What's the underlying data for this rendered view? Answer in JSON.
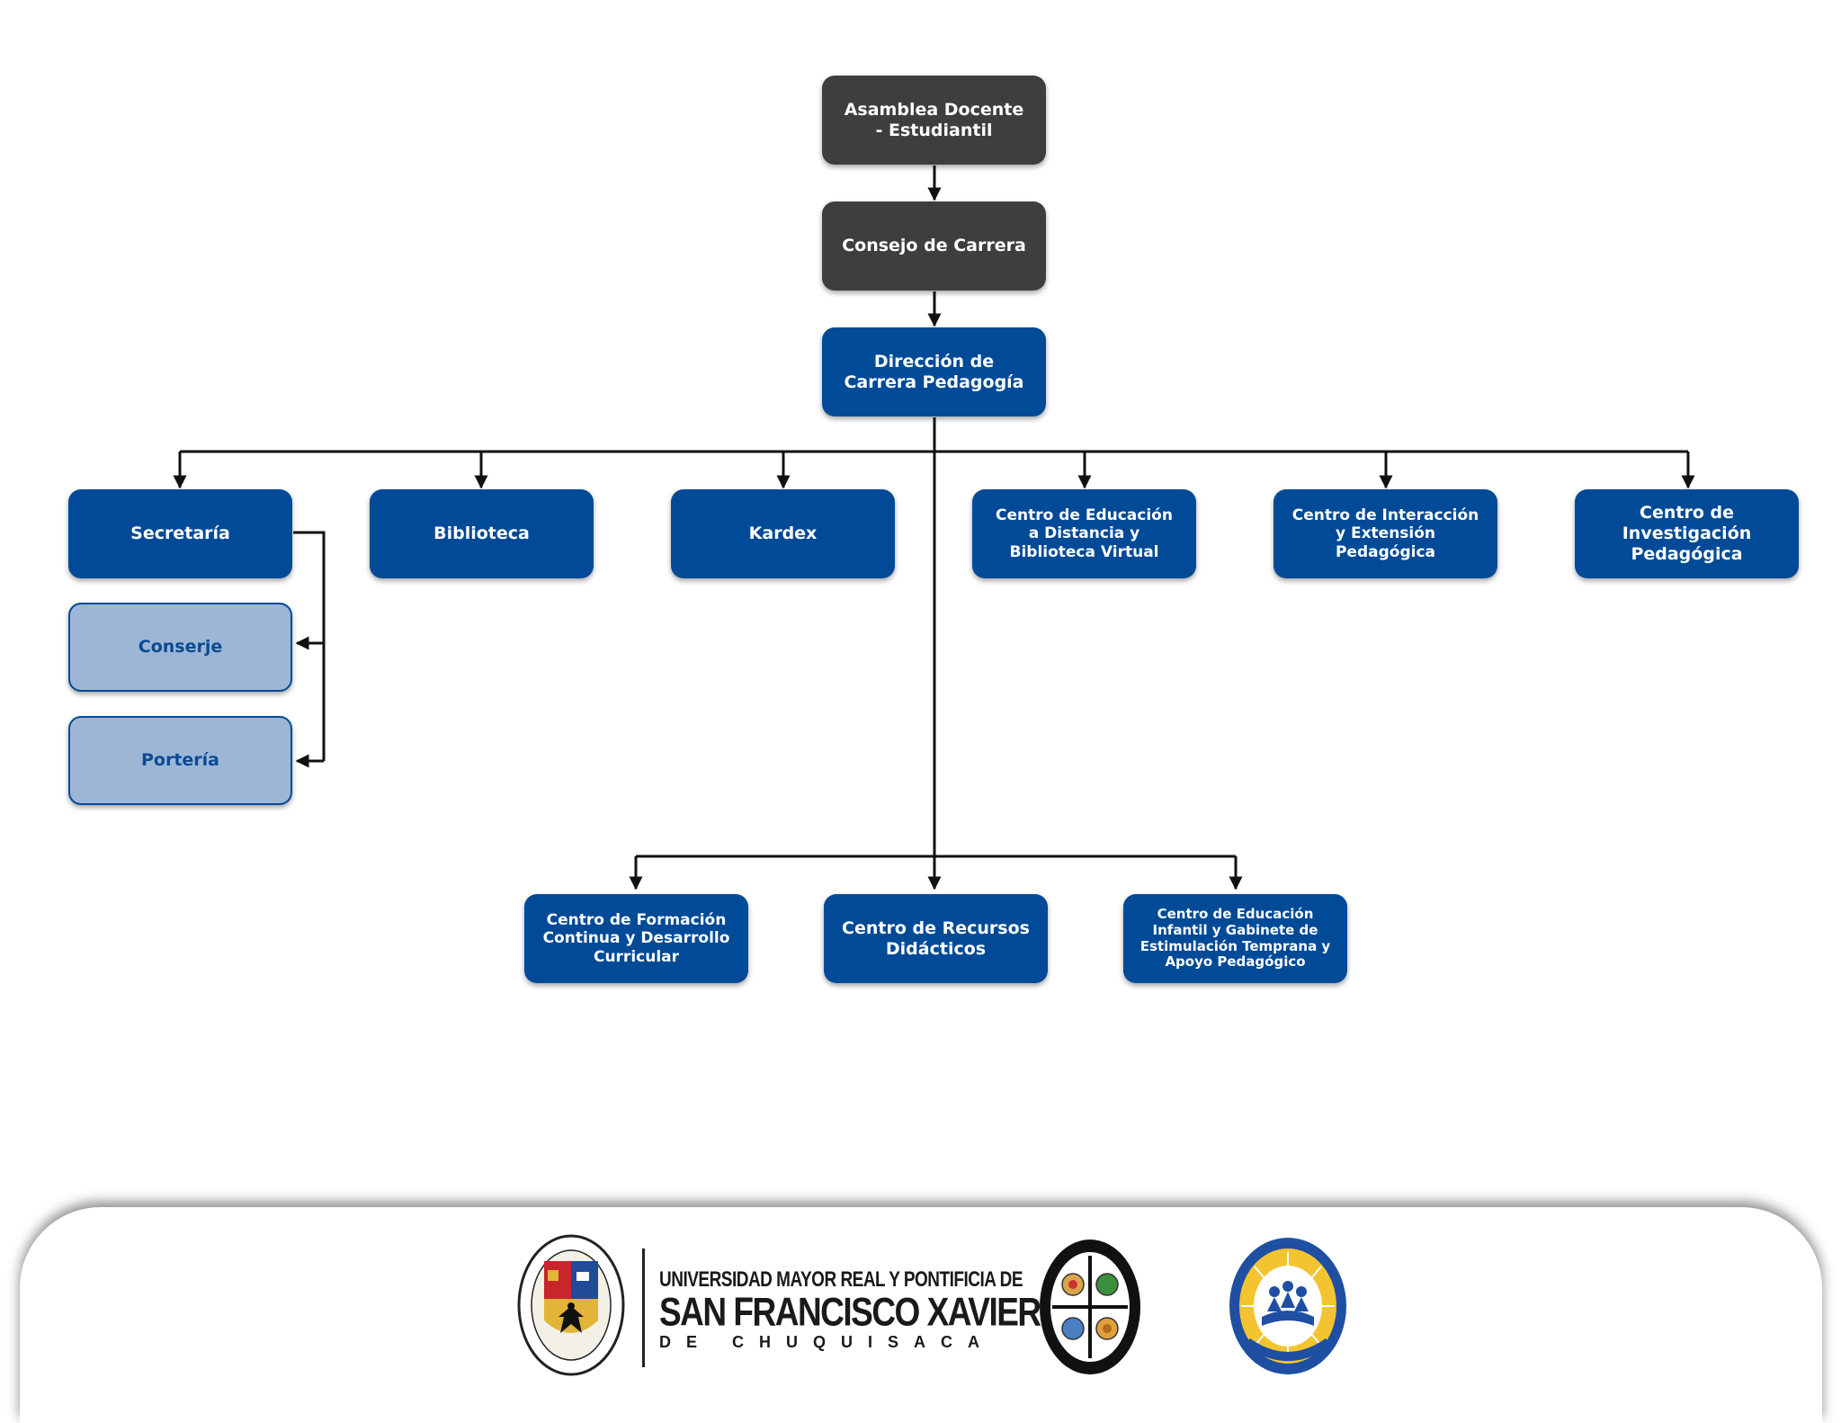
{
  "org_chart": {
    "nodes": {
      "asamblea": "Asamblea Docente\n- Estudiantil",
      "consejo": "Consejo de Carrera",
      "direccion": "Dirección de\nCarrera Pedagogía",
      "secretaria": "Secretaría",
      "biblioteca": "Biblioteca",
      "kardex": "Kardex",
      "centro_educacion_distancia": "Centro de Educación\na Distancia y\nBiblioteca Virtual",
      "centro_interaccion": "Centro de Interacción\ny Extensión\nPedagógica",
      "centro_investigacion": "Centro de\nInvestigación\nPedagógica",
      "conserje": "Conserje",
      "porteria": "Portería",
      "centro_formacion": "Centro de Formación\nContinua y Desarrollo\nCurricular",
      "centro_recursos": "Centro de Recursos\nDidácticos",
      "centro_educacion_infantil": "Centro de Educación\nInfantil y Gabinete de\nEstimulación Temprana y\nApoyo Pedagógico"
    },
    "colors": {
      "dark_box": "#3d3e40",
      "blue_box": "#004a97",
      "light_box": "#9db6d6",
      "connector": "#111111"
    }
  },
  "footer": {
    "university_line1": "UNIVERSIDAD MAYOR REAL Y PONTIFICIA DE",
    "university_line2": "SAN FRANCISCO XAVIER",
    "university_line3": "DE CHUQUISACA",
    "logos": [
      "university-seal",
      "faculty-seal",
      "pedagogy-career-logo"
    ]
  }
}
